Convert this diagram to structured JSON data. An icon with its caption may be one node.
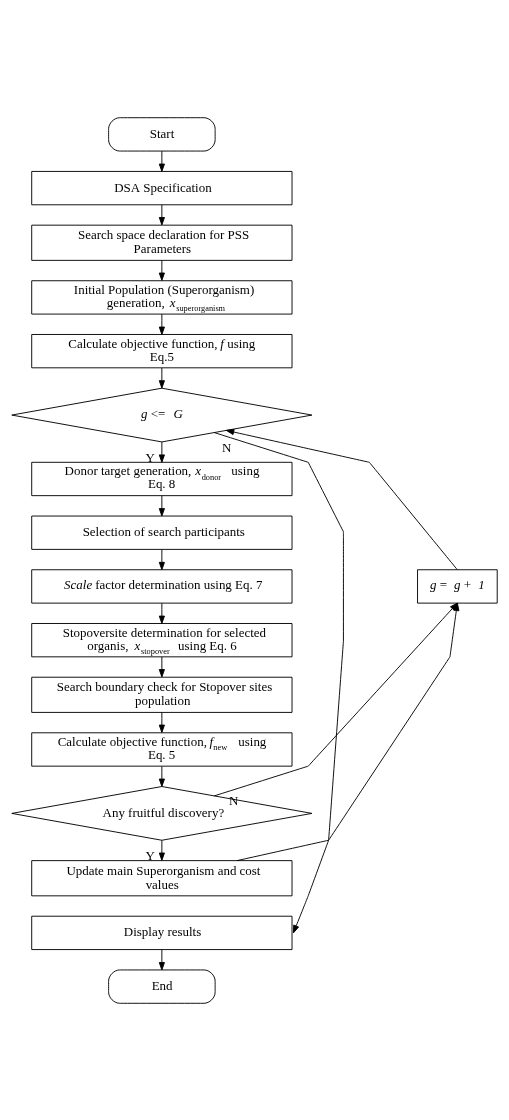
{
  "diagram": {
    "nodes": [
      {
        "text": [
          "Start"
        ]
      },
      {
        "text": [
          "DSA Specification"
        ]
      },
      {
        "text": [
          "Search space declaration for PSS Parameters"
        ]
      },
      {
        "text": [
          "Initial Population (Superorganism) generation, *x*$_{superorganism}$"
        ]
      },
      {
        "text": [
          "Calculate objective function, *f* using Eq.5"
        ]
      },
      {
        "text": [
          "*g* <= *G*"
        ]
      },
      {
        "text": [
          "Donor target generation, *x*$_{donor}$ using Eq. 8"
        ]
      },
      {
        "text": [
          "Selection of search participants"
        ]
      },
      {
        "text": [
          "*g* = *g* + *1*"
        ]
      },
      {
        "text": [
          "*Scale* factor determination using Eq. 7"
        ]
      },
      {
        "text": [
          "Stopoversite determination for selected organis, *x*$_{stopover}$ using Eq. 6"
        ]
      },
      {
        "text": [
          "Search boundary check for Stopover sites population"
        ]
      },
      {
        "text": [
          "Calculate objective function, *f*$_{new}$ using Eq. 5"
        ]
      },
      {
        "text": [
          "Any fruitful discovery?"
        ]
      },
      {
        "text": [
          "Update main Superorganism and cost values"
        ]
      },
      {
        "text": [
          "Display results"
        ]
      },
      {
        "text": [
          "End"
        ]
      }
    ],
    "edges": [
      {
        "from": 0,
        "to": 1,
        "arrow": "to"
      },
      {
        "from": 1,
        "to": 2,
        "arrow": "to"
      },
      {
        "from": 2,
        "to": 3,
        "arrow": "to"
      },
      {
        "from": 3,
        "to": 4,
        "arrow": "to"
      },
      {
        "from": 4,
        "to": 5,
        "arrow": "to"
      },
      {
        "from": 5,
        "to": 6,
        "arrow": "to",
        "label": "Y"
      },
      {
        "from": 6,
        "to": 7,
        "arrow": "to"
      },
      {
        "from": 7,
        "to": 9,
        "arrow": "to"
      },
      {
        "from": 9,
        "to": 10,
        "arrow": "to"
      },
      {
        "from": 10,
        "to": 11,
        "arrow": "to"
      },
      {
        "from": 11,
        "to": 12,
        "arrow": "to"
      },
      {
        "from": 12,
        "to": 13,
        "arrow": "to"
      },
      {
        "from": 13,
        "to": 14,
        "arrow": "to",
        "label": "Y"
      },
      {
        "from": 13,
        "to": 8,
        "arrow": "to",
        "label": "N"
      },
      {
        "from": 14,
        "to": 8,
        "arrow": "to"
      },
      {
        "from": 8,
        "to": 5,
        "arrow": "to"
      },
      {
        "from": 5,
        "to": 15,
        "arrow": "to",
        "label": "N"
      },
      {
        "from": 15,
        "to": 16,
        "arrow": "to"
      }
    ]
  }
}
